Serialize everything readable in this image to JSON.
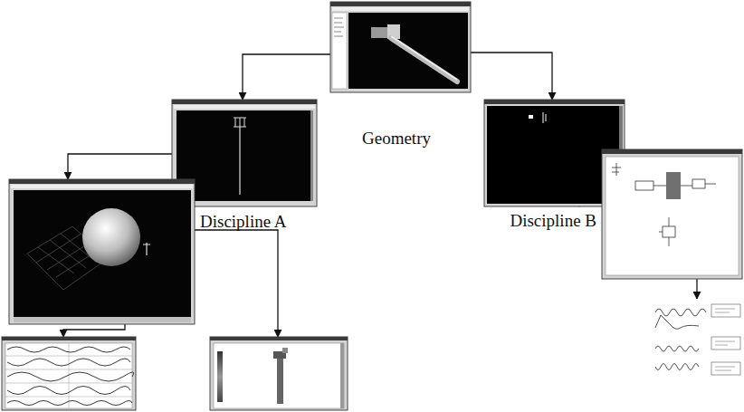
{
  "diagram": {
    "nodes": [
      {
        "text": [
          "Geometry"
        ]
      },
      {
        "text": []
      },
      {
        "text": [
          "Discipline A"
        ]
      },
      {
        "text": []
      },
      {
        "text": []
      },
      {
        "text": []
      },
      {
        "text": [
          "Discipline B"
        ]
      },
      {
        "text": []
      }
    ],
    "edges": [
      {
        "from": 0,
        "to": 1,
        "arrow": "to"
      },
      {
        "from": 0,
        "to": 5,
        "arrow": "to"
      },
      {
        "from": 1,
        "to": 2,
        "arrow": "to"
      },
      {
        "from": 2,
        "to": 3,
        "arrow": "to"
      },
      {
        "from": 2,
        "to": 4,
        "arrow": "to"
      },
      {
        "from": 5,
        "to": 6,
        "arrow": "both"
      },
      {
        "from": 6,
        "to": 7,
        "arrow": "to"
      }
    ]
  }
}
